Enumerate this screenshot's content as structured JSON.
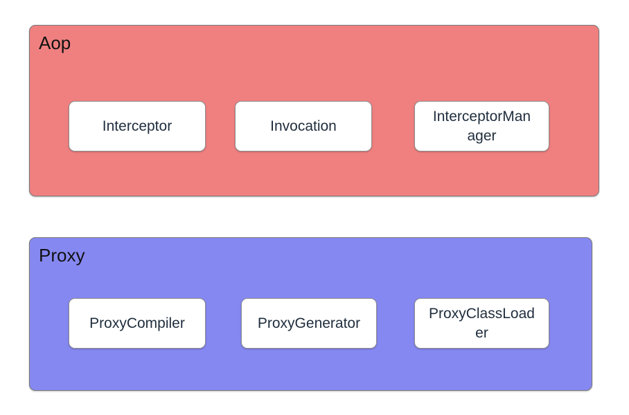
{
  "diagram": {
    "type": "block-diagram",
    "groups": [
      {
        "label": "Aop",
        "fill": "#f08080",
        "nodes": [
          {
            "label": "Interceptor"
          },
          {
            "label": "Invocation"
          },
          {
            "label": "InterceptorManager"
          }
        ]
      },
      {
        "label": "Proxy",
        "fill": "#8688f2",
        "nodes": [
          {
            "label": "ProxyCompiler"
          },
          {
            "label": "ProxyGenerator"
          },
          {
            "label": "ProxyClassLoader"
          }
        ]
      }
    ],
    "colors": {
      "background": "#ffffff",
      "group_aop_fill": "#f08080",
      "group_proxy_fill": "#8688f2",
      "group_border": "#767676",
      "group_label_text": "#111111",
      "node_fill": "#ffffff",
      "node_border": "#8f8f8f",
      "node_text": "#1f2d3d"
    }
  }
}
